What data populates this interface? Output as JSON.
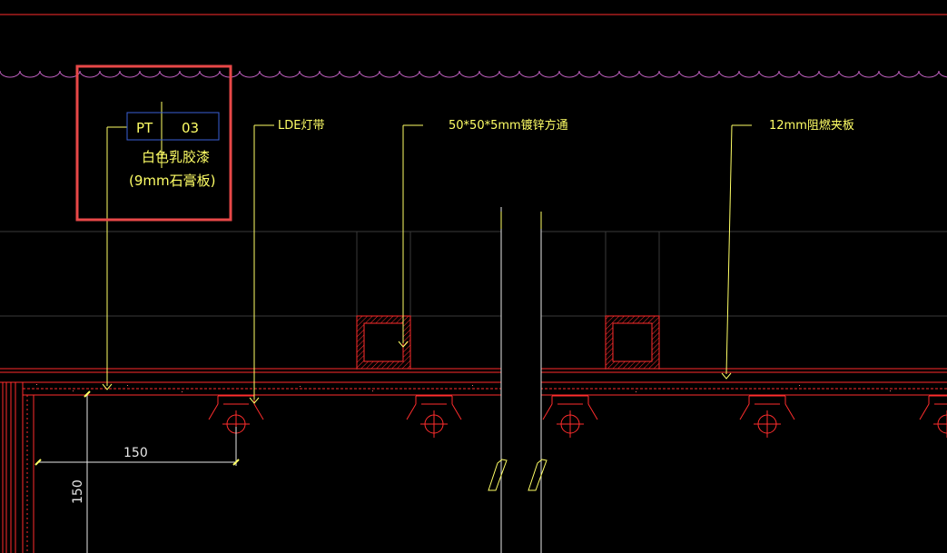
{
  "drawing": {
    "tag": {
      "code": "PT",
      "number": "03"
    },
    "labels": {
      "finish": "白色乳胶漆",
      "board": "(9mm石膏板)",
      "led": "LDE灯带",
      "tube": "50*50*5mm镀锌方通",
      "panel": "12mm阻燃夹板"
    },
    "dimensions": {
      "horizontal": "150",
      "vertical": "150"
    }
  },
  "colors": {
    "background": "#000000",
    "annotation": "#ffff66",
    "structure": "#ff2d2d",
    "highlight": "#e84848",
    "tag_box": "#3a5fd6",
    "gridline": "#3a3a3a",
    "cloud": "#c060c0",
    "white": "#e8e8e8"
  }
}
